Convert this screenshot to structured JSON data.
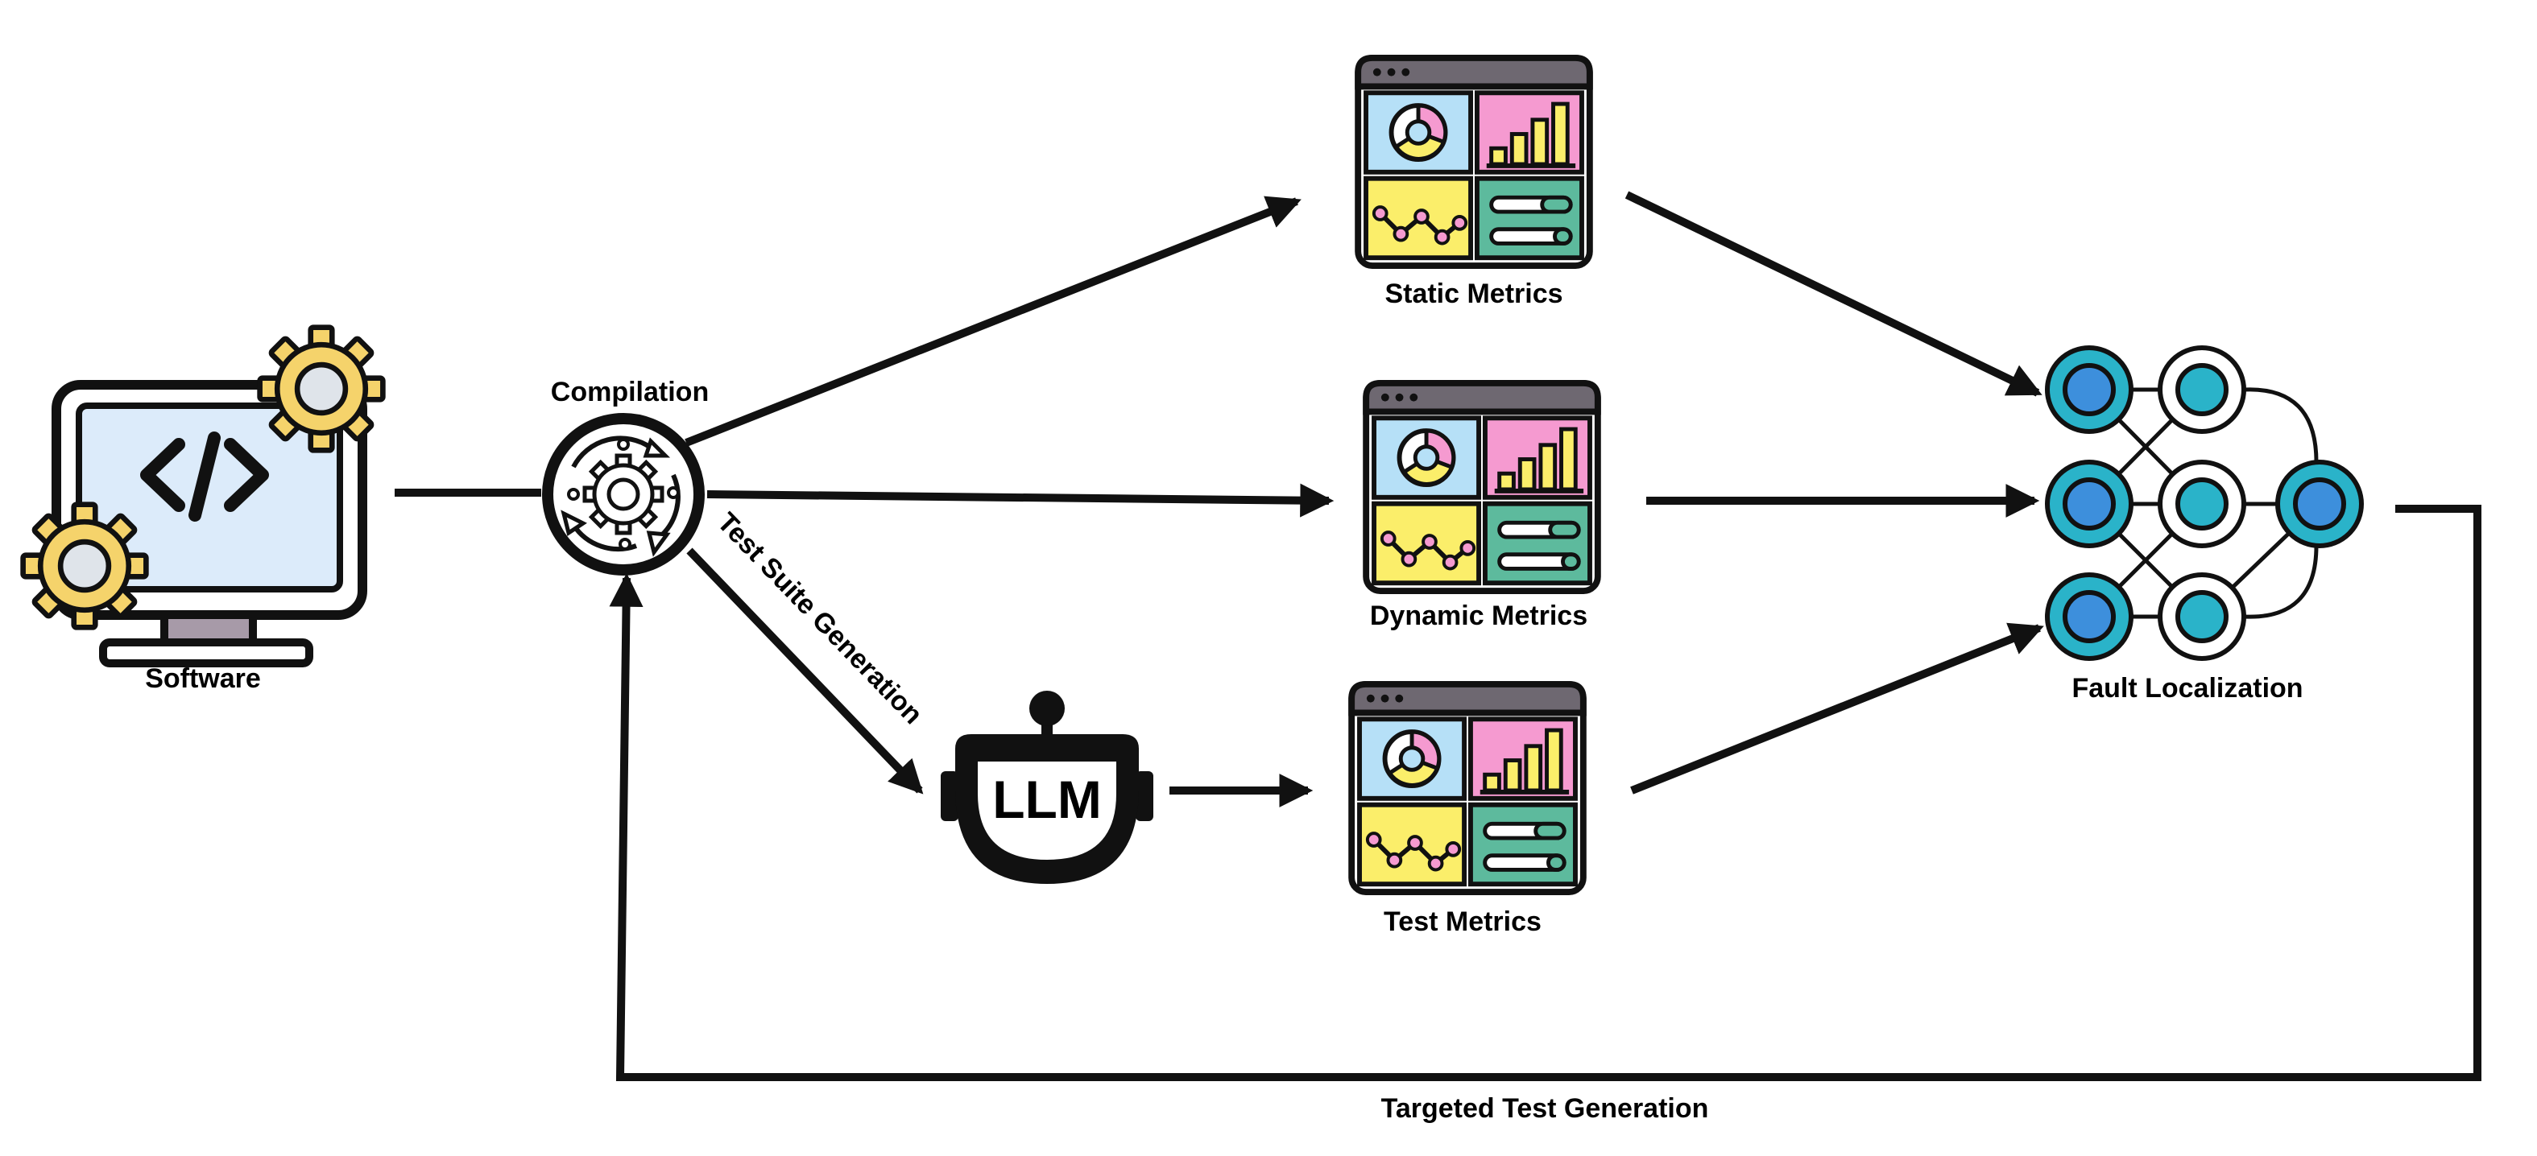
{
  "nodes": {
    "software": {
      "label": "Software",
      "icon": "software-monitor-icon"
    },
    "compilation": {
      "label": "Compilation",
      "icon": "compilation-gear-icon"
    },
    "llm": {
      "label": "LLM",
      "icon": "llm-robot-icon"
    },
    "static_metrics": {
      "label": "Static Metrics",
      "icon": "dashboard-icon"
    },
    "dynamic_metrics": {
      "label": "Dynamic Metrics",
      "icon": "dashboard-icon"
    },
    "test_metrics": {
      "label": "Test Metrics",
      "icon": "dashboard-icon"
    },
    "fault_localization": {
      "label": "Fault Localization",
      "icon": "neural-network-icon"
    }
  },
  "edges": {
    "test_suite_generation": {
      "label": "Test Suite Generation"
    },
    "targeted_test_generation": {
      "label": "Targeted Test Generation"
    }
  },
  "colors": {
    "stroke": "#111111",
    "gear": "#f5d36b",
    "screen": "#dcebfa",
    "panel_blue": "#b6e0f7",
    "panel_pink": "#f59ad0",
    "panel_yellow": "#fbee6a",
    "panel_green": "#5dba9d",
    "titlebar": "#6e6871",
    "node_teal": "#2ab3c9",
    "node_light": "#e8f6f8"
  }
}
